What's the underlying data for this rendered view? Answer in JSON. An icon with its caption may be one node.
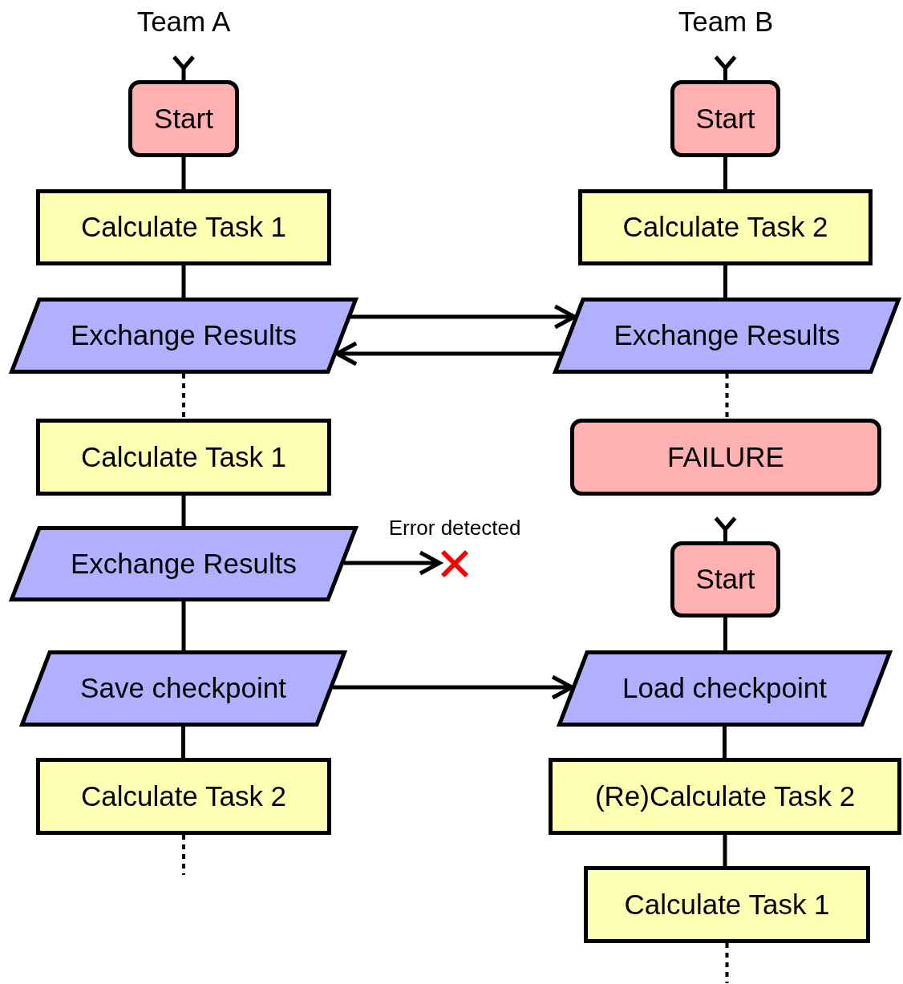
{
  "diagram": {
    "nodes": [
      {
        "text": [
          "Start"
        ]
      },
      {
        "text": [
          "Calculate Task 1"
        ]
      },
      {
        "text": [
          "Exchange Results"
        ]
      },
      {
        "text": [
          "Calculate Task 1"
        ]
      },
      {
        "text": [
          "Exchange Results"
        ]
      },
      {
        "text": [
          "Save checkpoint"
        ]
      },
      {
        "text": [
          "Calculate Task 2"
        ]
      },
      {
        "text": [
          "Start"
        ]
      },
      {
        "text": [
          "Calculate Task 2"
        ]
      },
      {
        "text": [
          "Exchange Results"
        ]
      },
      {
        "text": [
          "FAILURE"
        ]
      },
      {
        "text": [
          "Start"
        ]
      },
      {
        "text": [
          "Load checkpoint"
        ]
      },
      {
        "text": [
          "(Re)Calculate Task 2"
        ]
      },
      {
        "text": [
          "Calculate Task 1"
        ]
      },
      {
        "text": [],
        "shape": "cross",
        "beside": [
          "Error detected"
        ]
      }
    ],
    "edges": [
      {
        "from": null,
        "to": 0,
        "arrow": "other"
      },
      {
        "from": 0,
        "to": 1,
        "arrow": "none"
      },
      {
        "from": 1,
        "to": 2,
        "arrow": "none"
      },
      {
        "from": 2,
        "to": 9,
        "arrow": "to"
      },
      {
        "from": 9,
        "to": 2,
        "arrow": "to"
      },
      {
        "from": 2,
        "to": 3,
        "arrow": "none",
        "style": "dashed"
      },
      {
        "from": 3,
        "to": 4,
        "arrow": "none"
      },
      {
        "from": 4,
        "to": 15,
        "arrow": "to"
      },
      {
        "from": 4,
        "to": 5,
        "arrow": "none"
      },
      {
        "from": 5,
        "to": 12,
        "arrow": "to"
      },
      {
        "from": 5,
        "to": 6,
        "arrow": "none"
      },
      {
        "from": 6,
        "to": null,
        "arrow": "none",
        "style": "dashed"
      },
      {
        "from": null,
        "to": 7,
        "arrow": "other"
      },
      {
        "from": 7,
        "to": 8,
        "arrow": "none"
      },
      {
        "from": 8,
        "to": 9,
        "arrow": "none"
      },
      {
        "from": 9,
        "to": 10,
        "arrow": "none",
        "style": "dashed"
      },
      {
        "from": null,
        "to": 11,
        "arrow": "other"
      },
      {
        "from": 11,
        "to": 12,
        "arrow": "none"
      },
      {
        "from": 12,
        "to": 13,
        "arrow": "none"
      },
      {
        "from": 13,
        "to": 14,
        "arrow": "none"
      },
      {
        "from": 14,
        "to": null,
        "arrow": "none",
        "style": "dashed"
      }
    ],
    "labels": [
      "Team A",
      "Team B"
    ]
  }
}
